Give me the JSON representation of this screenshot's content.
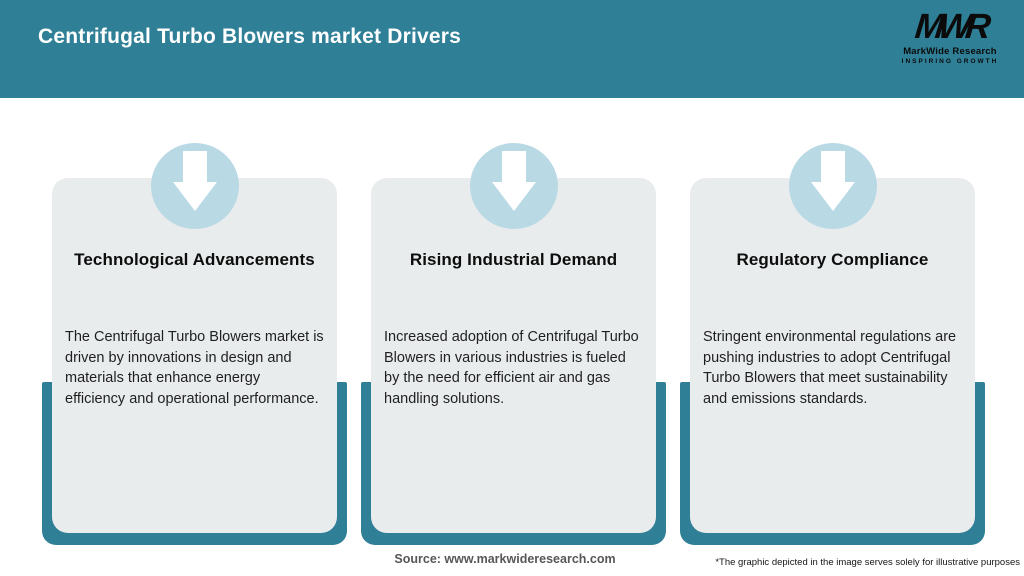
{
  "header": {
    "title": "Centrifugal Turbo Blowers market Drivers"
  },
  "logo": {
    "monogram": "MWR",
    "name": "MarkWide Research",
    "tagline": "INSPIRING GROWTH"
  },
  "cards": [
    {
      "title": "Technological Advancements",
      "body": "The Centrifugal Turbo Blowers market is driven by innovations in design and materials that enhance energy efficiency and operational performance."
    },
    {
      "title": "Rising Industrial Demand",
      "body": "Increased adoption of Centrifugal Turbo Blowers in various industries is fueled by the need for efficient air and gas handling solutions."
    },
    {
      "title": "Regulatory Compliance",
      "body": "Stringent environmental regulations are pushing industries to adopt Centrifugal Turbo Blowers that meet sustainability and emissions standards."
    }
  ],
  "footer": {
    "source": "Source: www.markwideresearch.com",
    "disclaimer": "*The graphic depicted in the image serves solely for illustrative purposes"
  },
  "icons": {
    "card_icon": "arrow-down-icon"
  },
  "colors": {
    "header_teal": "#2f7f96",
    "backing_teal": "#2f7f96",
    "circle_blue": "#b9d9e5",
    "card_gray": "#e9eced",
    "title_text": "#0d0d0d",
    "body_text": "#1f1f1f",
    "source_text": "#575757",
    "header_text": "#ffffff"
  }
}
